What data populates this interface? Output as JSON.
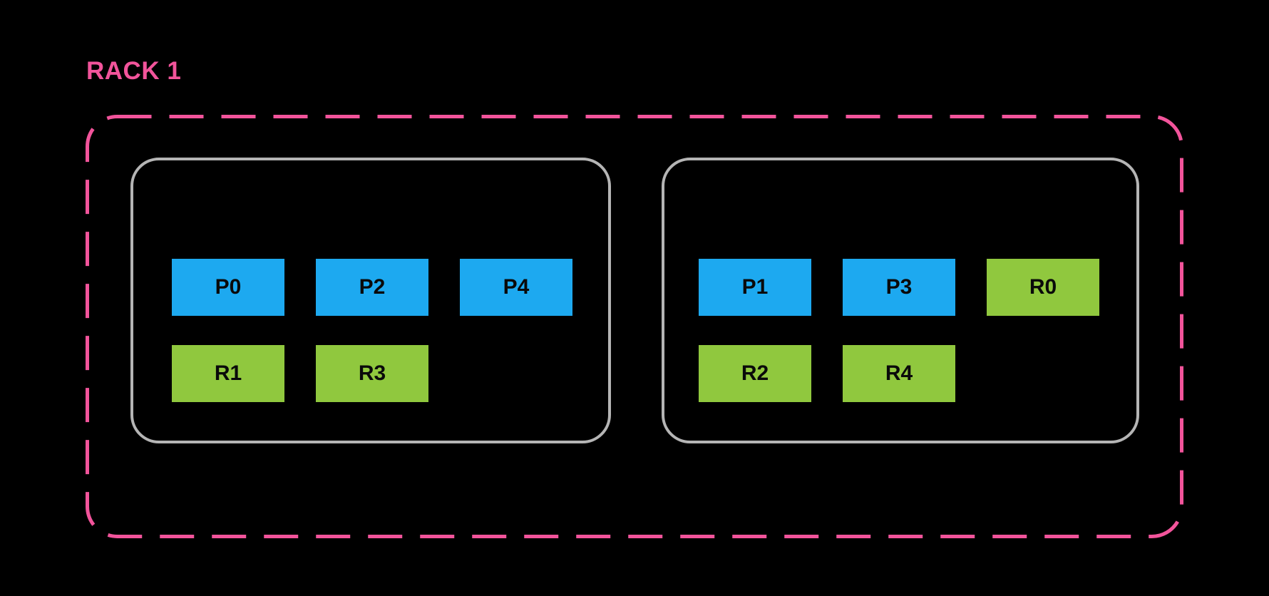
{
  "rack": {
    "label": "RACK 1",
    "nodes": [
      {
        "rows": [
          [
            {
              "label": "P0",
              "kind": "primary"
            },
            {
              "label": "P2",
              "kind": "primary"
            },
            {
              "label": "P4",
              "kind": "primary"
            }
          ],
          [
            {
              "label": "R1",
              "kind": "replica"
            },
            {
              "label": "R3",
              "kind": "replica"
            }
          ]
        ]
      },
      {
        "rows": [
          [
            {
              "label": "P1",
              "kind": "primary"
            },
            {
              "label": "P3",
              "kind": "primary"
            },
            {
              "label": "R0",
              "kind": "replica"
            }
          ],
          [
            {
              "label": "R2",
              "kind": "replica"
            },
            {
              "label": "R4",
              "kind": "replica"
            }
          ]
        ]
      }
    ]
  },
  "colors": {
    "background": "#000000",
    "rack_pink": "#F2549B",
    "primary_blue": "#1DA9F0",
    "replica_green": "#90C83E",
    "node_border_gray": "#B5B5B5",
    "box_text": "#0A0A0A"
  }
}
